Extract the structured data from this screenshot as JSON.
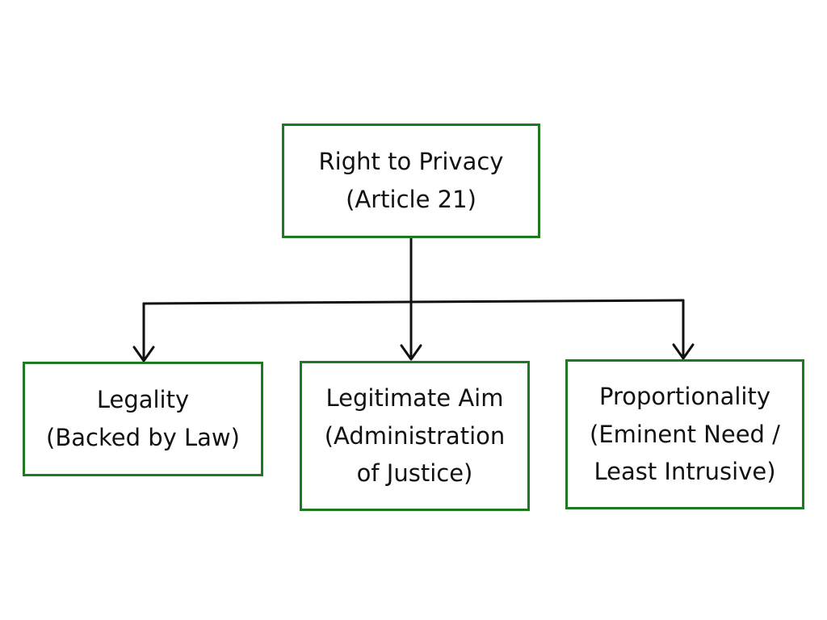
{
  "colors": {
    "box_border": "#1e7a1e",
    "connector": "#111111",
    "text": "#111111"
  },
  "root": {
    "line1": "Right to Privacy",
    "line2": "(Article 21)"
  },
  "children": [
    {
      "line1": "Legality",
      "line2": "(Backed by Law)"
    },
    {
      "line1": "Legitimate Aim",
      "line2": "(Administration",
      "line3": "of Justice)"
    },
    {
      "line1": "Proportionality",
      "line2": "(Eminent Need /",
      "line3": "Least Intrusive)"
    }
  ]
}
